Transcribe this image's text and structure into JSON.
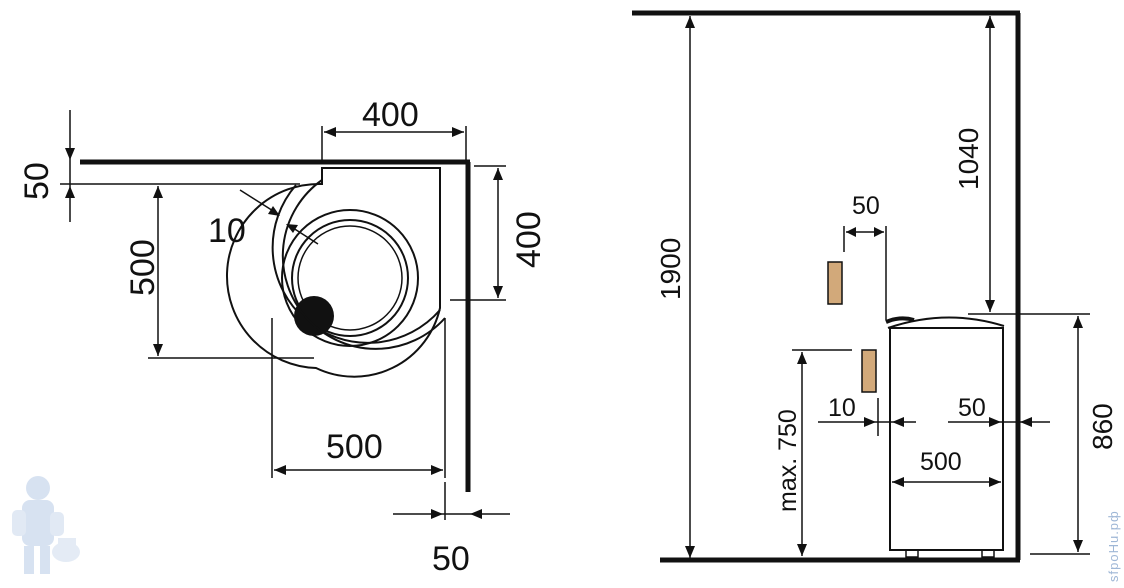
{
  "top_view": {
    "dims": {
      "width_400": "400",
      "depth_400": "400",
      "gap_50_left": "50",
      "gap_50_bottom": "50",
      "depth_500": "500",
      "width_500": "500",
      "clearance_10": "10"
    }
  },
  "side_view": {
    "dims": {
      "room_height": "1900",
      "top_clearance": "1040",
      "shelf_gap_50": "50",
      "max_height": "max. 750",
      "gap_10": "10",
      "gap_50_right": "50",
      "machine_width": "500",
      "machine_height": "860"
    }
  },
  "watermark": "sfpoHu.pф",
  "colors": {
    "line": "#111111",
    "shelf": "#d2a97a",
    "watermark": "#9fb7d6"
  }
}
